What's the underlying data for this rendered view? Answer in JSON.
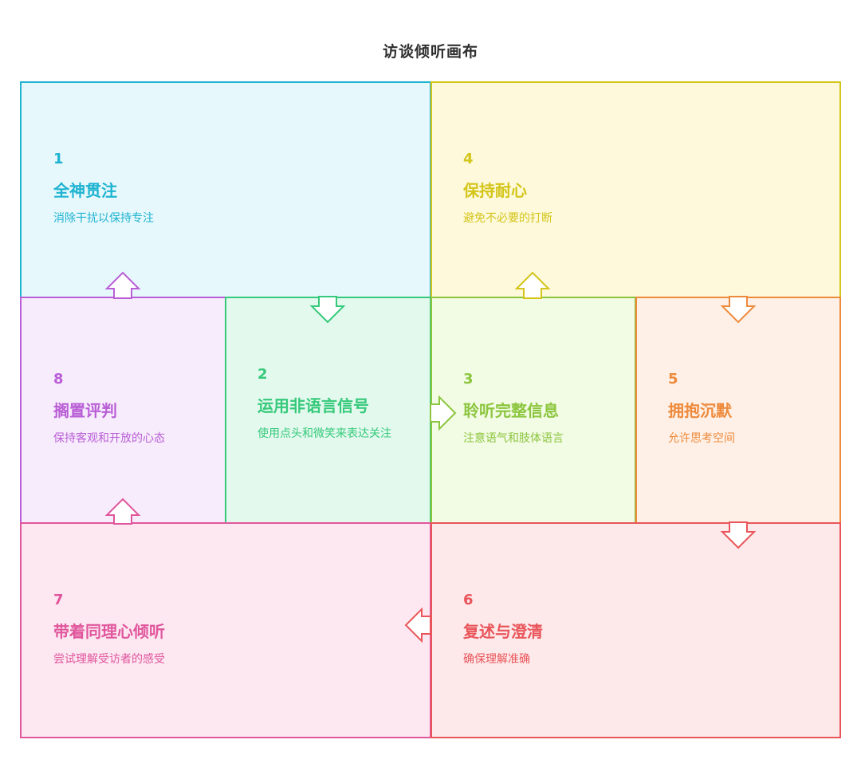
{
  "title": "访谈倾听画布",
  "steps": [
    {
      "num": "1",
      "title": "全神贯注",
      "desc": "消除干扰以保持专注",
      "color": "#1fb3d1",
      "fill": "#e6f8fc"
    },
    {
      "num": "2",
      "title": "运用非语言信号",
      "desc": "使用点头和微笑来表达关注",
      "color": "#35c97a",
      "fill": "#e3f9ee"
    },
    {
      "num": "3",
      "title": "聆听完整信息",
      "desc": "注意语气和肢体语言",
      "color": "#8cc63f",
      "fill": "#f2fbe3"
    },
    {
      "num": "4",
      "title": "保持耐心",
      "desc": "避免不必要的打断",
      "color": "#d4c51a",
      "fill": "#fdf9da"
    },
    {
      "num": "5",
      "title": "拥抱沉默",
      "desc": "允许思考空间",
      "color": "#ee8a3c",
      "fill": "#fef0e6"
    },
    {
      "num": "6",
      "title": "复述与澄清",
      "desc": "确保理解准确",
      "color": "#e9555a",
      "fill": "#fde9ea"
    },
    {
      "num": "7",
      "title": "带着同理心倾听",
      "desc": "尝试理解受访者的感受",
      "color": "#e0569c",
      "fill": "#fde8f2"
    },
    {
      "num": "8",
      "title": "搁置评判",
      "desc": "保持客观和开放的心态",
      "color": "#b95ed6",
      "fill": "#f7ecfc"
    }
  ]
}
